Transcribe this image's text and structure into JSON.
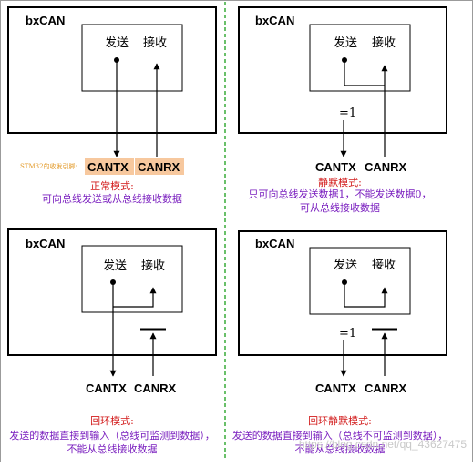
{
  "panels": {
    "normal": {
      "title": "bxCAN",
      "tx_label": "发送",
      "rx_label": "接收",
      "pin_tx": "CANTX",
      "pin_rx": "CANRX",
      "note": "STM32的收发引脚:",
      "mode_name": "正常模式:",
      "mode_desc": [
        "可向总线发送或从总线接收数据"
      ]
    },
    "silent": {
      "title": "bxCAN",
      "tx_label": "发送",
      "rx_label": "接收",
      "level": "=1",
      "pin_tx": "CANTX",
      "pin_rx": "CANRX",
      "mode_name": "静默模式:",
      "mode_desc": [
        "只可向总线发送数据1，不能发送数据0，",
        "可从总线接收数据"
      ]
    },
    "loopback": {
      "title": "bxCAN",
      "tx_label": "发送",
      "rx_label": "接收",
      "pin_tx": "CANTX",
      "pin_rx": "CANRX",
      "mode_name": "回环模式:",
      "mode_desc": [
        "发送的数据直接到输入（总线可监测到数据），",
        "不能从总线接收数据"
      ]
    },
    "loopback_silent": {
      "title": "bxCAN",
      "tx_label": "发送",
      "rx_label": "接收",
      "level": "=1",
      "pin_tx": "CANTX",
      "pin_rx": "CANRX",
      "mode_name": "回环静默模式:",
      "mode_desc": [
        "发送的数据直接到输入（总线不可监测到数据），",
        "不能从总线接收数据"
      ]
    }
  },
  "watermark": "https://blog.csdn.net/qq_43627475",
  "colors": {
    "divider": "#2aa52a",
    "pin_highlight": "#f7c89e",
    "mode_name": "#d21a1a",
    "mode_desc": "#7a1fbf"
  }
}
